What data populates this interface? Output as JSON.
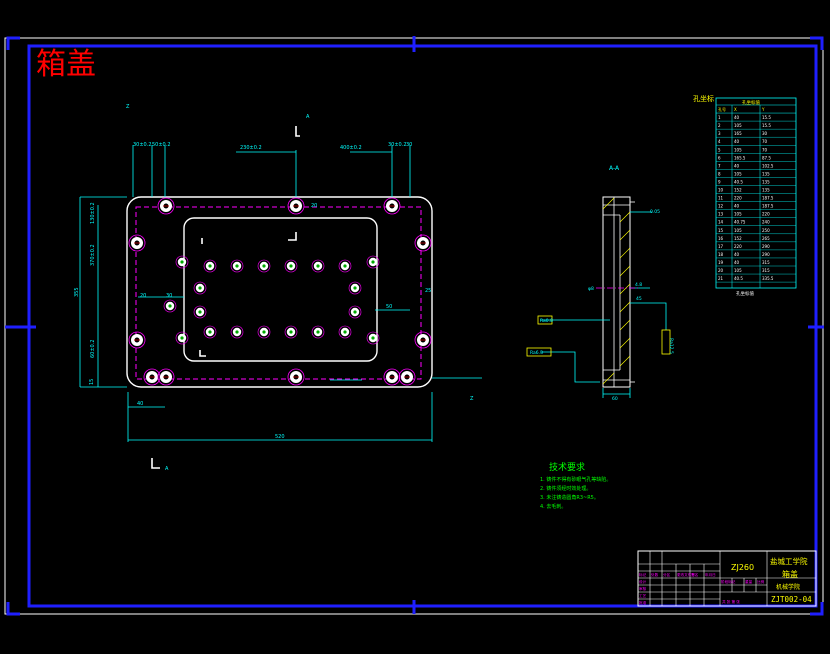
{
  "title": "箱盖",
  "colors": {
    "background": "#000000",
    "frame_white": "#ffffff",
    "frame_blue": "#1f1fff",
    "part_outline": "#ffffff",
    "hidden_line": "#ff00ff",
    "dimension": "#00ffff",
    "note_text": "#00ff00",
    "title_text": "#ff0000",
    "hole_fill": "#ffffff",
    "center_mark": "#ff0000",
    "yellow": "#ffff00"
  },
  "plan_view": {
    "dims": {
      "overall_width": "520",
      "height": "355",
      "left_offset": "40",
      "top_a": "30±0.2",
      "top_b": "50±0.2",
      "top_c": "230±0.2",
      "top_d": "400±0.2",
      "top_e": "30±0.2",
      "top_f": "30",
      "left_1": "130±0.2",
      "left_2": "370±0.2",
      "left_3": "60±0.2",
      "left_4": "15",
      "inner_1": "20",
      "inner_2": "30",
      "inner_3": "20",
      "inner_4": "50",
      "inner_5": "25"
    },
    "section_markers": {
      "top": "A",
      "bottom": "A",
      "left_z": "Z",
      "right_z": "Z"
    }
  },
  "section_view": {
    "label": "A-A",
    "callouts": [
      "4.8",
      "φ8",
      "Ra0.8",
      "Ra6.3",
      "0.05",
      "45",
      "Ra12.5"
    ],
    "bottom_dim": "60"
  },
  "coord_table": {
    "side_label": "孔坐标",
    "header": "孔坐标值",
    "columns": [
      "孔号",
      "X",
      "Y"
    ],
    "rows": [
      [
        "1",
        "40",
        "15.5"
      ],
      [
        "2",
        "105",
        "15.5"
      ],
      [
        "3",
        "165",
        "30"
      ],
      [
        "4",
        "40",
        "70"
      ],
      [
        "5",
        "105",
        "70"
      ],
      [
        "6",
        "165.5",
        "87.5"
      ],
      [
        "7",
        "40",
        "102.5"
      ],
      [
        "8",
        "105",
        "135"
      ],
      [
        "9",
        "40.5",
        "135"
      ],
      [
        "10",
        "152",
        "135"
      ],
      [
        "11",
        "220",
        "187.5"
      ],
      [
        "12",
        "40",
        "187.5"
      ],
      [
        "13",
        "105",
        "220"
      ],
      [
        "14",
        "40.75",
        "240"
      ],
      [
        "15",
        "105",
        "250"
      ],
      [
        "16",
        "152",
        "265"
      ],
      [
        "17",
        "220",
        "290"
      ],
      [
        "18",
        "40",
        "290"
      ],
      [
        "19",
        "40",
        "315"
      ],
      [
        "20",
        "105",
        "315"
      ],
      [
        "21",
        "40.5",
        "335.5"
      ]
    ],
    "footer": "孔坐标值"
  },
  "tech_requirements": {
    "title": "技术要求",
    "items": [
      "1. 铸件不得有砂眼气孔等缺陷。",
      "2. 铸件须经时效处理。",
      "3. 未注铸造圆角R3~R5。",
      "4. 去毛刺。"
    ]
  },
  "title_block": {
    "model": "ZJ260",
    "school": "盐城工学院",
    "drawing_name": "箱盖",
    "department": "机械学院",
    "drawing_no": "ZJT002-04",
    "left_labels": [
      "标记",
      "处数",
      "分区",
      "更改文件号",
      "签名",
      "年月日"
    ],
    "row_labels": [
      "设计",
      "审核",
      "工艺",
      "批准"
    ],
    "mid_labels": [
      "阶段标记",
      "重量",
      "比例"
    ],
    "scale_row": "共 张 第 张"
  }
}
